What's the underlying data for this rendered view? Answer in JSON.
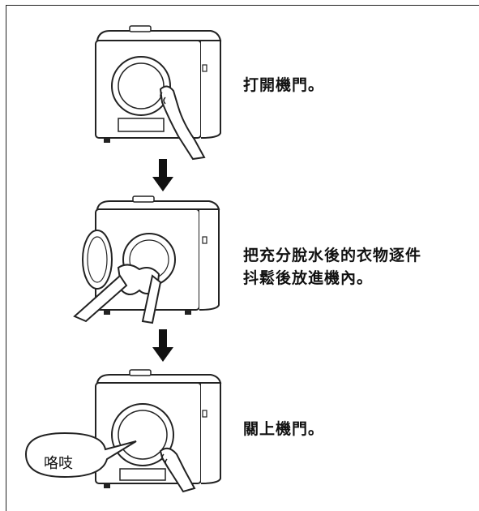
{
  "steps": [
    {
      "text": "打開機門。"
    },
    {
      "text": "把充分脫水後的衣物逐件",
      "text2": "抖鬆後放進機內。"
    },
    {
      "text": "關上機門。"
    }
  ],
  "speech_bubble": {
    "text": "咯吱"
  }
}
